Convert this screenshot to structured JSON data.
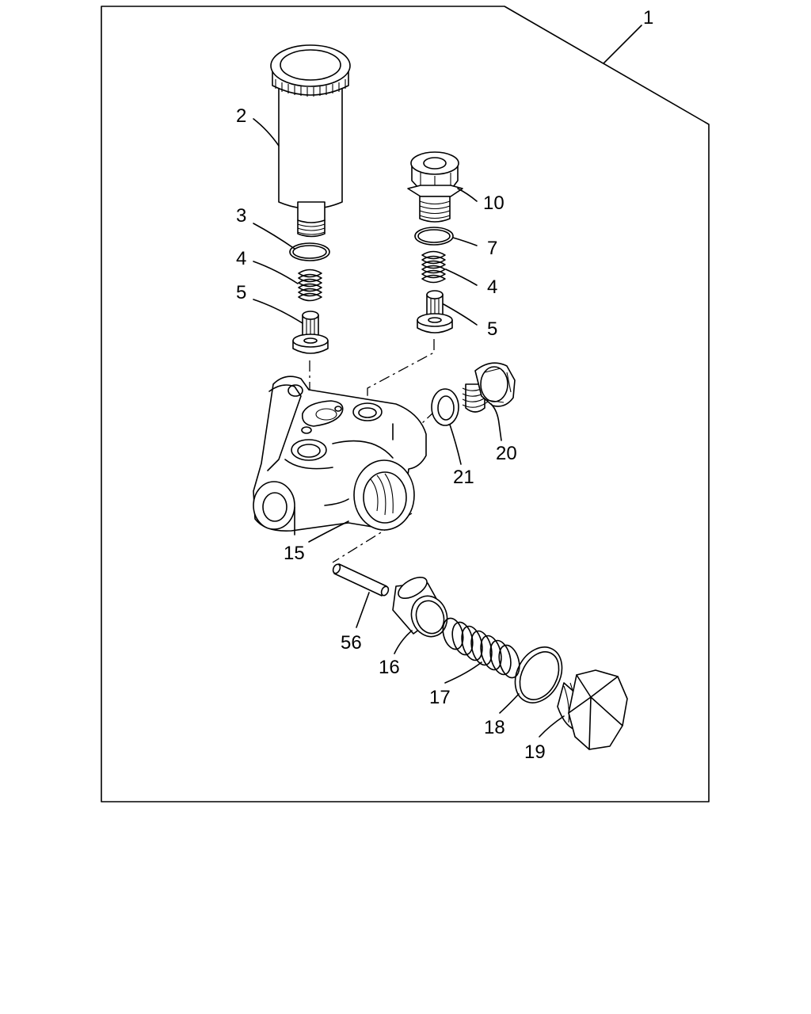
{
  "callouts": {
    "assembly": "1",
    "primer_pump": "2",
    "ring_left": "3",
    "spring_left": "4",
    "valve_left": "5",
    "fitting": "10",
    "ring_right": "7",
    "spring_right": "4",
    "valve_right": "5",
    "plug_small": "20",
    "washer_small": "21",
    "pump_body": "15",
    "pin": "56",
    "sleeve": "16",
    "spring_large": "17",
    "gasket_large": "18",
    "plug_large": "19"
  }
}
